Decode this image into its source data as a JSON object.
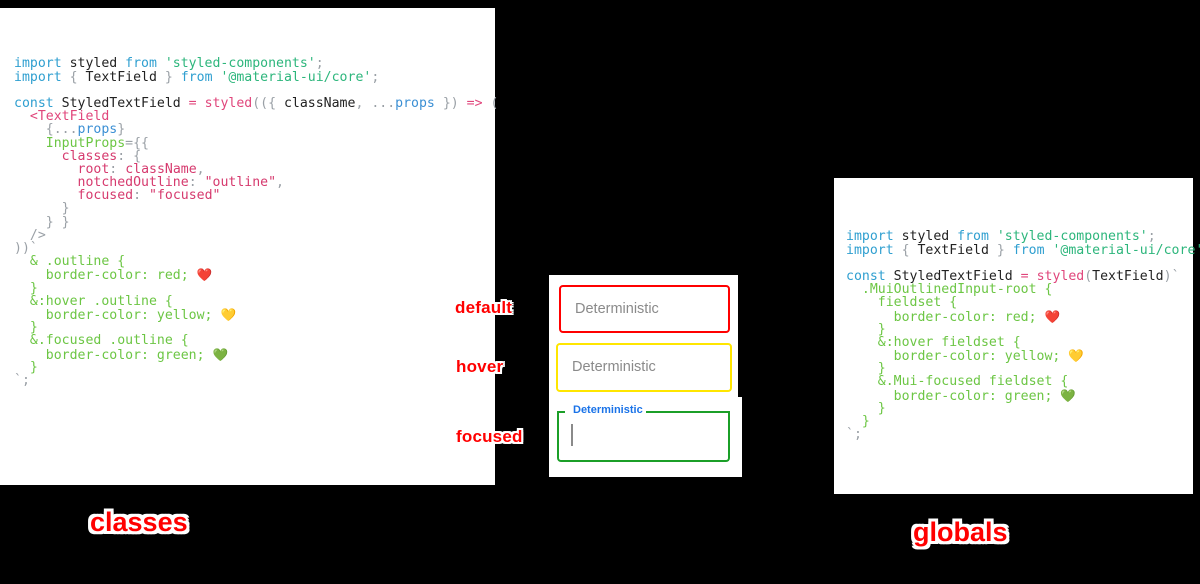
{
  "panels": {
    "classes": {
      "caption": "classes",
      "lines": [
        [
          {
            "t": "import ",
            "c": "kw"
          },
          {
            "t": "styled",
            "c": "plain"
          },
          {
            "t": " from ",
            "c": "kw"
          },
          {
            "t": "'styled-components'",
            "c": "str"
          },
          {
            "t": ";",
            "c": "punct"
          }
        ],
        [
          {
            "t": "import ",
            "c": "kw"
          },
          {
            "t": "{ ",
            "c": "punct"
          },
          {
            "t": "TextField",
            "c": "plain"
          },
          {
            "t": " }",
            "c": "punct"
          },
          {
            "t": " from ",
            "c": "kw"
          },
          {
            "t": "'@material-ui/core'",
            "c": "str"
          },
          {
            "t": ";",
            "c": "punct"
          }
        ],
        [],
        [
          {
            "t": "const ",
            "c": "kw"
          },
          {
            "t": "StyledTextField",
            "c": "plain"
          },
          {
            "t": " = ",
            "c": "op"
          },
          {
            "t": "styled",
            "c": "fn"
          },
          {
            "t": "((",
            "c": "punct"
          },
          {
            "t": "{ ",
            "c": "punct"
          },
          {
            "t": "className",
            "c": "plain"
          },
          {
            "t": ", ",
            "c": "punct"
          },
          {
            "t": "...",
            "c": "punct"
          },
          {
            "t": "props",
            "c": "param"
          },
          {
            "t": " })",
            "c": "punct"
          },
          {
            "t": " => ",
            "c": "op"
          },
          {
            "t": "(",
            "c": "punct"
          }
        ],
        [
          {
            "t": "  <",
            "c": "tag"
          },
          {
            "t": "TextField",
            "c": "tag"
          }
        ],
        [
          {
            "t": "    {...",
            "c": "punct"
          },
          {
            "t": "props",
            "c": "param"
          },
          {
            "t": "}",
            "c": "punct"
          }
        ],
        [
          {
            "t": "    ",
            "c": "plain"
          },
          {
            "t": "InputProps",
            "c": "attr"
          },
          {
            "t": "={{",
            "c": "punct"
          }
        ],
        [
          {
            "t": "      ",
            "c": "plain"
          },
          {
            "t": "classes",
            "c": "prop"
          },
          {
            "t": ": {",
            "c": "punct"
          }
        ],
        [
          {
            "t": "        ",
            "c": "plain"
          },
          {
            "t": "root",
            "c": "prop"
          },
          {
            "t": ": ",
            "c": "punct"
          },
          {
            "t": "className",
            "c": "prop"
          },
          {
            "t": ",",
            "c": "punct"
          }
        ],
        [
          {
            "t": "        ",
            "c": "plain"
          },
          {
            "t": "notchedOutline",
            "c": "prop"
          },
          {
            "t": ": ",
            "c": "punct"
          },
          {
            "t": "\"outline\"",
            "c": "prop"
          },
          {
            "t": ",",
            "c": "punct"
          }
        ],
        [
          {
            "t": "        ",
            "c": "plain"
          },
          {
            "t": "focused",
            "c": "prop"
          },
          {
            "t": ": ",
            "c": "punct"
          },
          {
            "t": "\"focused\"",
            "c": "prop"
          }
        ],
        [
          {
            "t": "      }",
            "c": "punct"
          }
        ],
        [
          {
            "t": "    } }",
            "c": "punct"
          }
        ],
        [
          {
            "t": "  />",
            "c": "punct"
          }
        ],
        [
          {
            "t": "))",
            "c": "punct"
          },
          {
            "t": "`",
            "c": "tick"
          }
        ],
        [
          {
            "t": "  & .outline {",
            "c": "css"
          }
        ],
        [
          {
            "t": "    border-color: red; ",
            "c": "css"
          },
          {
            "t": "❤️",
            "c": "emoji"
          }
        ],
        [
          {
            "t": "  }",
            "c": "css"
          }
        ],
        [
          {
            "t": "  &:hover .outline {",
            "c": "css"
          }
        ],
        [
          {
            "t": "    border-color: yellow; ",
            "c": "css"
          },
          {
            "t": "💛",
            "c": "emoji"
          }
        ],
        [
          {
            "t": "  }",
            "c": "css"
          }
        ],
        [
          {
            "t": "  &.focused .outline {",
            "c": "css"
          }
        ],
        [
          {
            "t": "    border-color: green; ",
            "c": "css"
          },
          {
            "t": "💚",
            "c": "emoji"
          }
        ],
        [
          {
            "t": "  }",
            "c": "css"
          }
        ],
        [
          {
            "t": "`;",
            "c": "tick"
          }
        ]
      ]
    },
    "globals": {
      "caption": "globals",
      "lines": [
        [
          {
            "t": "import ",
            "c": "kw"
          },
          {
            "t": "styled",
            "c": "plain"
          },
          {
            "t": " from ",
            "c": "kw"
          },
          {
            "t": "'styled-components'",
            "c": "str"
          },
          {
            "t": ";",
            "c": "punct"
          }
        ],
        [
          {
            "t": "import ",
            "c": "kw"
          },
          {
            "t": "{ ",
            "c": "punct"
          },
          {
            "t": "TextField",
            "c": "plain"
          },
          {
            "t": " }",
            "c": "punct"
          },
          {
            "t": " from ",
            "c": "kw"
          },
          {
            "t": "'@material-ui/core'",
            "c": "str"
          },
          {
            "t": ";",
            "c": "punct"
          }
        ],
        [],
        [
          {
            "t": "const ",
            "c": "kw"
          },
          {
            "t": "StyledTextField",
            "c": "plain"
          },
          {
            "t": " = ",
            "c": "op"
          },
          {
            "t": "styled",
            "c": "fn"
          },
          {
            "t": "(",
            "c": "punct"
          },
          {
            "t": "TextField",
            "c": "plain"
          },
          {
            "t": ")",
            "c": "punct"
          },
          {
            "t": "`",
            "c": "tick"
          }
        ],
        [
          {
            "t": "  .MuiOutlinedInput-root {",
            "c": "css"
          }
        ],
        [
          {
            "t": "    fieldset {",
            "c": "css"
          }
        ],
        [
          {
            "t": "      border-color: red; ",
            "c": "css"
          },
          {
            "t": "❤️",
            "c": "emoji"
          }
        ],
        [
          {
            "t": "    }",
            "c": "css"
          }
        ],
        [
          {
            "t": "    &:hover fieldset {",
            "c": "css"
          }
        ],
        [
          {
            "t": "      border-color: yellow; ",
            "c": "css"
          },
          {
            "t": "💛",
            "c": "emoji"
          }
        ],
        [
          {
            "t": "    }",
            "c": "css"
          }
        ],
        [
          {
            "t": "    &.Mui-focused fieldset {",
            "c": "css"
          }
        ],
        [
          {
            "t": "      border-color: green; ",
            "c": "css"
          },
          {
            "t": "💚",
            "c": "emoji"
          }
        ],
        [
          {
            "t": "    }",
            "c": "css"
          }
        ],
        [
          {
            "t": "  }",
            "c": "css"
          }
        ],
        [
          {
            "t": "`;",
            "c": "tick"
          }
        ]
      ]
    }
  },
  "demo": {
    "annotations": {
      "default": "default",
      "hover": "hover",
      "focused": "focused"
    },
    "fields": {
      "default": {
        "value": "Deterministic",
        "border_color": "#ff0000"
      },
      "hover": {
        "value": "Deterministic",
        "border_color": "#ffe600"
      },
      "focused": {
        "label": "Deterministic",
        "value": "",
        "border_color": "#1b9f28",
        "label_color": "#1a73e8"
      }
    }
  },
  "colors": {
    "background": "#000000",
    "panel": "#ffffff",
    "accent_red": "#ff0000",
    "keyword": "#2f9fd0",
    "string": "#2db67c",
    "css_rule": "#6cc644",
    "property": "#d63a6e"
  }
}
